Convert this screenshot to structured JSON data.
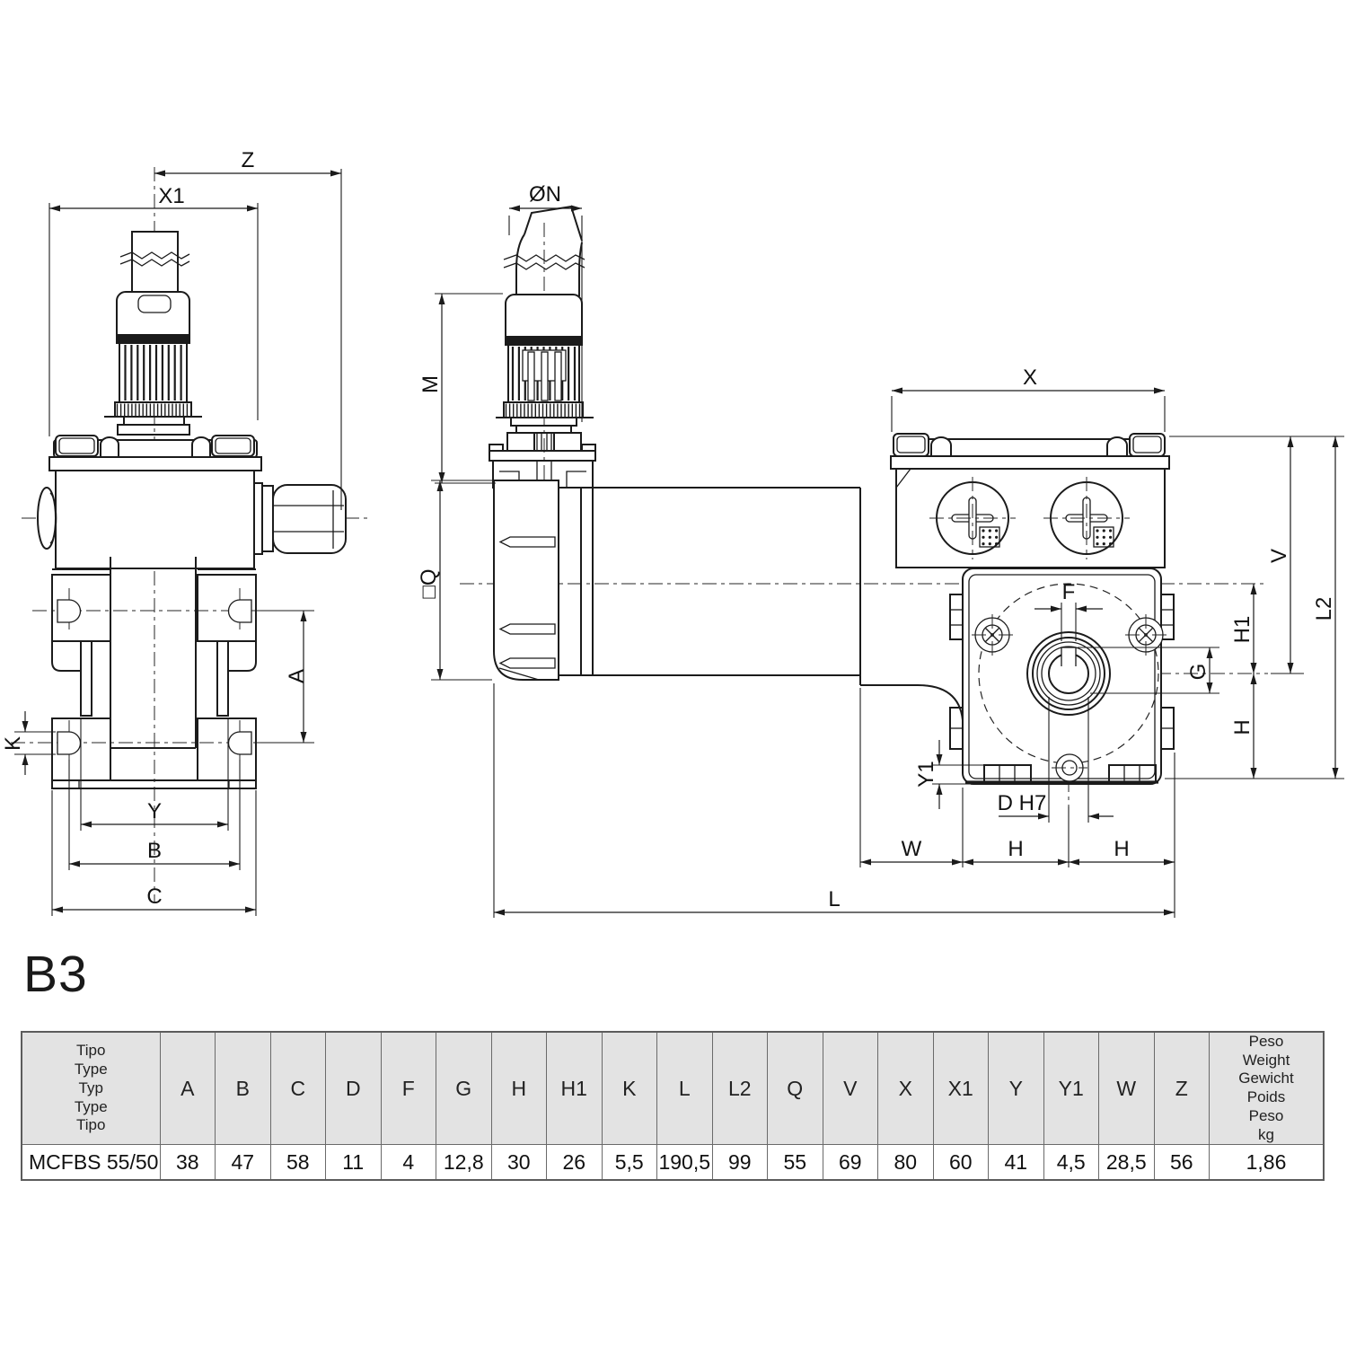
{
  "page": {
    "view_code": "B3"
  },
  "dims": {
    "z": "Z",
    "x1": "X1",
    "a": "A",
    "k": "K",
    "y": "Y",
    "b": "B",
    "c": "C",
    "n": "ØN",
    "m": "M",
    "q": "□Q",
    "x": "X",
    "f": "F",
    "g": "G",
    "h1": "H1",
    "h_side": "H",
    "v": "V",
    "l2": "L2",
    "y1": "Y1",
    "d_h7": "D H7",
    "w": "W",
    "h_bottom_left": "H",
    "h_bottom_right": "H",
    "l": "L"
  },
  "table": {
    "type_header_lines": [
      "Tipo",
      "Type",
      "Typ",
      "Type",
      "Tipo"
    ],
    "dim_columns": [
      "A",
      "B",
      "C",
      "D",
      "F",
      "G",
      "H",
      "H1",
      "K",
      "L",
      "L2",
      "Q",
      "V",
      "X",
      "X1",
      "Y",
      "Y1",
      "W",
      "Z"
    ],
    "weight_header_lines": [
      "Peso",
      "Weight",
      "Gewicht",
      "Poids",
      "Peso",
      "kg"
    ],
    "rows": [
      {
        "type": "MCFBS 55/50",
        "values": [
          "38",
          "47",
          "58",
          "11",
          "4",
          "12,8",
          "30",
          "26",
          "5,5",
          "190,5",
          "99",
          "55",
          "69",
          "80",
          "60",
          "41",
          "4,5",
          "28,5",
          "56"
        ],
        "weight": "1,86"
      }
    ]
  }
}
